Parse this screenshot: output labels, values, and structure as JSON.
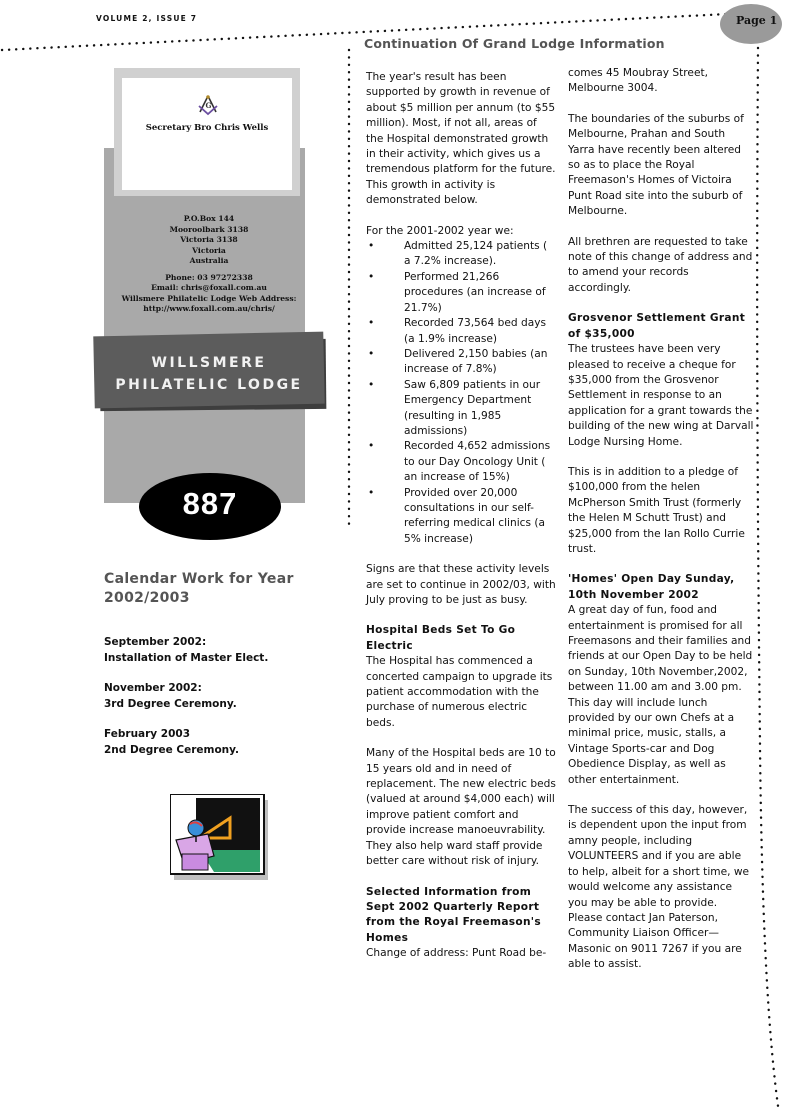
{
  "header": {
    "volume": "VOLUME 2, ISSUE 7",
    "page_label": "Page 1"
  },
  "sidebar": {
    "secretary": "Secretary Bro Chris Wells",
    "address": {
      "line1": "P.O.Box 144",
      "line2": "Mooroolbark 3138",
      "line3": "Victoria  3138",
      "line4": "Victoria",
      "line5": "Australia",
      "phone": "Phone: 03 97272338",
      "email": "Email: chris@foxall.com.au",
      "web_label": "Willsmere Philatelic Lodge Web Address:",
      "web_url": "http://www.foxall.com.au/chris/"
    },
    "lodge_line1": "WILLSMERE",
    "lodge_line2": "PHILATELIC LODGE",
    "issue_number": "887"
  },
  "calendar": {
    "heading": "Calendar Work for Year 2002/2003",
    "items": [
      {
        "date": "September 2002:",
        "event": "Installation of Master Elect."
      },
      {
        "date": "November 2002:",
        "event": "3rd Degree Ceremony."
      },
      {
        "date": "February 2003",
        "event": "2nd Degree Ceremony."
      }
    ]
  },
  "article": {
    "heading": "Continuation Of Grand Lodge Information",
    "col1": {
      "p1": "The year's result has been supported by growth in revenue of about $5 million per annum (to $55 million). Most, if not all, areas of the Hospital demonstrated growth in their activity, which gives us a tremendous platform for the future. This growth in activity is demonstrated below.",
      "p2": "For the 2001-2002 year we:",
      "bullet_char": "•",
      "bullets": [
        "Admitted 25,124 patients ( a 7.2% increase).",
        "Performed 21,266 procedures (an increase of 21.7%)",
        "Recorded 73,564 bed days (a 1.9% increase)",
        "Delivered 2,150 babies (an increase of 7.8%)",
        "Saw 6,809 patients in our Emergency Department (resulting in 1,985 admissions)",
        "Recorded 4,652 admissions to our Day Oncology Unit ( an increase of 15%)",
        "Provided over 20,000 consultations in our self-referring medical clinics (a 5% increase)"
      ],
      "p3": "Signs are that these activity levels are set to continue in 2002/03, with July proving to be just as busy.",
      "sub1": "Hospital Beds Set To Go Electric",
      "p4": "The Hospital has commenced a concerted campaign to upgrade its patient accommodation with the purchase of numerous electric beds.",
      "p5": "Many of the Hospital beds are 10 to 15 years old and in need of replacement. The new electric beds (valued at around $4,000 each) will improve patient comfort and provide increase manoeuvrability. They also help ward staff provide better care without risk of injury.",
      "sub2": "Selected Information from Sept 2002 Quarterly Report from the Royal Freemason's Homes",
      "p6": "Change of address: Punt Road be-"
    },
    "col2": {
      "p1": "comes 45 Moubray Street, Melbourne 3004.",
      "p2": "The boundaries of the suburbs of Melbourne, Prahan and South Yarra have recently been altered so as to place the Royal Freemason's Homes of Victoira Punt Road site into the suburb of Melbourne.",
      "p3": "All brethren are requested to take note of this change of address and to amend your records accordingly.",
      "sub1": "Grosvenor Settlement Grant of $35,000",
      "p4": "The trustees have been very pleased to receive a cheque for $35,000 from the Grosvenor Settlement in response to an application for a grant towards the building of the new wing at Darvall Lodge Nursing Home.",
      "p5": "This is in addition to a pledge of $100,000 from the helen McPherson Smith Trust (formerly the Helen M Schutt Trust) and $25,000 from the Ian Rollo Currie trust.",
      "sub2": "'Homes' Open Day Sunday, 10th November 2002",
      "p6": "A great day of fun, food and entertainment is promised for all Freemasons and their families and friends at our Open Day to be held on Sunday, 10th November,2002, between 11.00 am and 3.00 pm. This day will include lunch provided by our own Chefs at a minimal price, music, stalls, a Vintage Sports-car and Dog Obedience Display, as well as other entertainment.",
      "p7": "The success of this day, however, is dependent upon the input from amny people, including VOLUNTEERS and if you are able to help, albeit for a short time, we would welcome any assistance you may be able to provide. Please contact Jan Paterson, Community Liaison Officer—Masonic on 9011 7267 if you are able to assist."
    }
  }
}
